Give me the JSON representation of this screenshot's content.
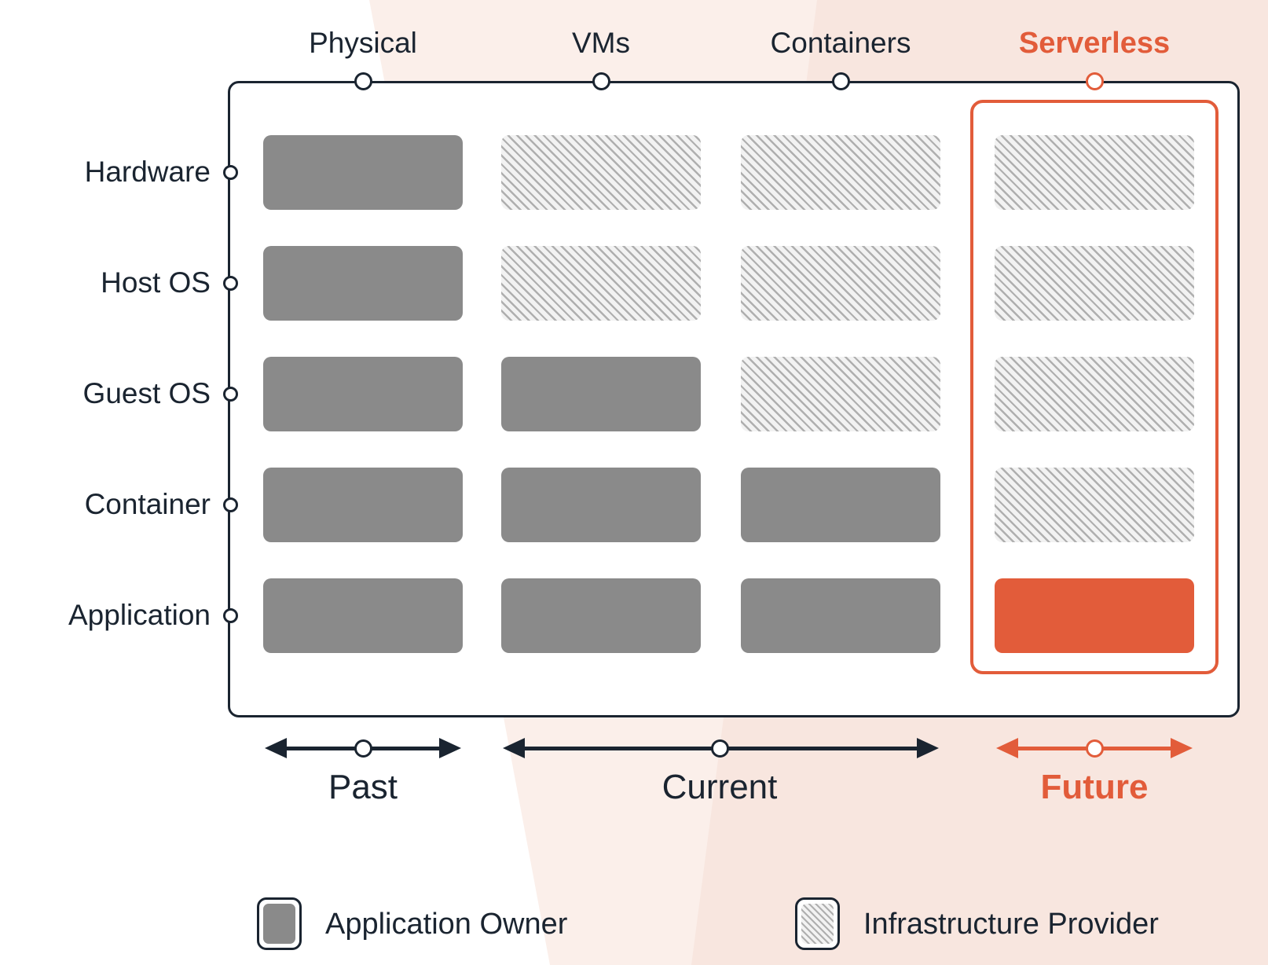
{
  "columns": [
    {
      "label": "Physical",
      "highlight": false
    },
    {
      "label": "VMs",
      "highlight": false
    },
    {
      "label": "Containers",
      "highlight": false
    },
    {
      "label": "Serverless",
      "highlight": true
    }
  ],
  "rows": [
    {
      "label": "Hardware",
      "cells": [
        "owner",
        "provider",
        "provider",
        "provider"
      ]
    },
    {
      "label": "Host OS",
      "cells": [
        "owner",
        "provider",
        "provider",
        "provider"
      ]
    },
    {
      "label": "Guest OS",
      "cells": [
        "owner",
        "owner",
        "provider",
        "provider"
      ]
    },
    {
      "label": "Container",
      "cells": [
        "owner",
        "owner",
        "owner",
        "provider"
      ]
    },
    {
      "label": "Application",
      "cells": [
        "owner",
        "owner",
        "owner",
        "accent"
      ]
    }
  ],
  "eras": [
    {
      "label": "Past",
      "accent": false
    },
    {
      "label": "Current",
      "accent": false
    },
    {
      "label": "Future",
      "accent": true
    }
  ],
  "legend": [
    {
      "label": "Application Owner",
      "swatch": "owner"
    },
    {
      "label": "Infrastructure Provider",
      "swatch": "provider"
    }
  ],
  "colors": {
    "accent": "#E25C3A",
    "ink": "#1A2430",
    "owner_fill": "#8A8A8A",
    "hatch_bg": "#F2F2F2",
    "hatch_line": "#AFAFAF",
    "peach": "#F8E6DF",
    "peach_light": "#FBEFEA"
  }
}
